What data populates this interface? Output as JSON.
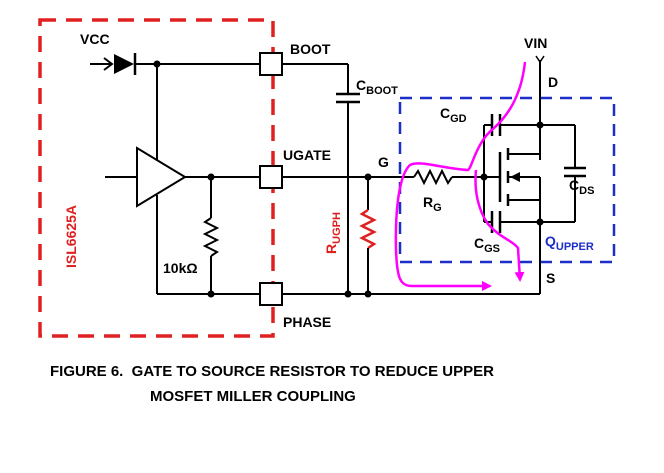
{
  "labels": {
    "vcc": "VCC",
    "boot": "BOOT",
    "cboot_main": "C",
    "cboot_sub": "BOOT",
    "ugate": "UGATE",
    "phase": "PHASE",
    "chip_name": "ISL6625A",
    "resistor_10k": "10kΩ",
    "rugph_main": "R",
    "rugph_sub": "UGPH",
    "g": "G",
    "rg_main": "R",
    "rg_sub": "G",
    "cgd_main": "C",
    "cgd_sub": "GD",
    "cgs_main": "C",
    "cgs_sub": "GS",
    "cds_main": "C",
    "cds_sub": "DS",
    "vin": "VIN",
    "d": "D",
    "s": "S",
    "qupper_main": "Q",
    "qupper_sub": "UPPER"
  },
  "caption": {
    "line1": "FIGURE 6.  GATE TO SOURCE RESISTOR TO REDUCE UPPER",
    "line2": "MOSFET MILLER COUPLING"
  },
  "colors": {
    "wire": "#000000",
    "chip_boundary": "#e02020",
    "mosfet_boundary": "#1c2ec8",
    "rugph_resistor": "#e02020",
    "current_path": "#ff00ff"
  }
}
